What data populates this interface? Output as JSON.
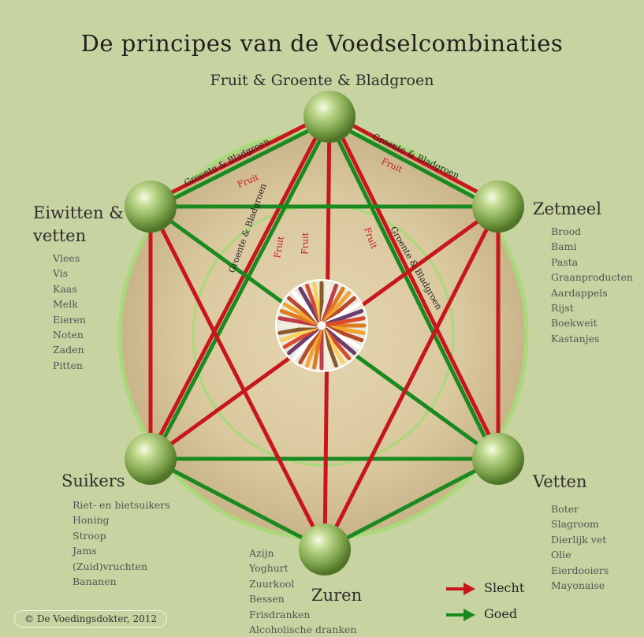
{
  "title": "De principes van de Voedselcombinaties",
  "colors": {
    "bad": "#c8161c",
    "good": "#1a8a20",
    "ring": "#a9d97a",
    "background": "#c7d3a0"
  },
  "nodes": {
    "top": {
      "label": "Fruit & Groente & Bladgroen"
    },
    "upper_left": {
      "label_line1": "Eiwitten &",
      "label_line2": "vetten",
      "items": [
        "Vlees",
        "Vis",
        "Kaas",
        "Melk",
        "Eieren",
        "Noten",
        "Zaden",
        "Pitten"
      ]
    },
    "upper_right": {
      "label": "Zetmeel",
      "items": [
        "Brood",
        "Bami",
        "Pasta",
        "Graanproducten",
        "Aardappels",
        "Rijst",
        "Boekweit",
        "Kastanjes"
      ]
    },
    "lower_left": {
      "label": "Suikers",
      "items": [
        "Riet- en bietsuikers",
        "Honing",
        "Stroop",
        "Jams",
        "(Zuid)vruchten",
        "Bananen"
      ]
    },
    "lower_right": {
      "label": "Vetten",
      "items": [
        "Boter",
        "Slagroom",
        "Dierlijk vet",
        "Olie",
        "Eierdooiers",
        "Mayonaise"
      ]
    },
    "bottom": {
      "label": "Zuren",
      "items": [
        "Azijn",
        "Yoghurt",
        "Zuurkool",
        "Bessen",
        "Frisdranken",
        "Alcoholische dranken"
      ]
    }
  },
  "edge_labels": {
    "top_left_green": "Groente & Bladgroen",
    "top_left_red": "Fruit",
    "top_right_green": "Groente & Bladgroen",
    "top_right_red": "Fruit",
    "inner_left_green": "Groente & Bladgroen",
    "inner_left_red": "Fruit",
    "inner_center_red": "Fruit",
    "inner_right_red": "Fruit",
    "inner_right_green": "Groente & Bladgroen"
  },
  "legend": {
    "bad": "Slecht",
    "good": "Goed"
  },
  "credit": "© De Voedingsdokter, 2012"
}
